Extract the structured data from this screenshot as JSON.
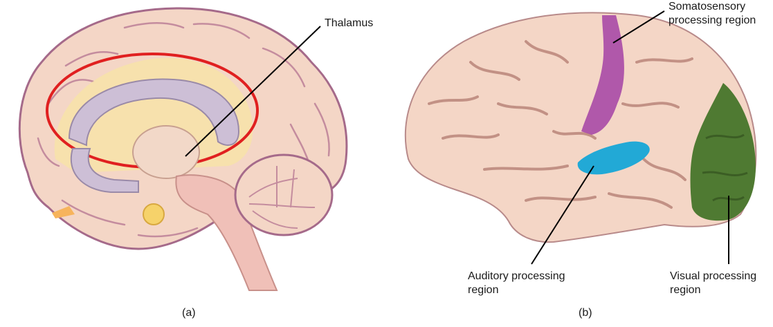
{
  "panel_a": {
    "label_thalamus": "Thalamus",
    "caption": "(a)"
  },
  "panel_b": {
    "label_somatosensory_line1": "Somatosensory",
    "label_somatosensory_line2": "processing region",
    "label_auditory_line1": "Auditory processing",
    "label_auditory_line2": "region",
    "label_visual_line1": "Visual processing",
    "label_visual_line2": "region",
    "caption": "(b)"
  },
  "colors": {
    "brain_tissue": "#f4d6c6",
    "brain_outline": "#a56a8a",
    "limbic_ring": "#e02020",
    "somatosensory": "#a84aa6",
    "auditory": "#22a9d6",
    "visual": "#4f7a32"
  }
}
